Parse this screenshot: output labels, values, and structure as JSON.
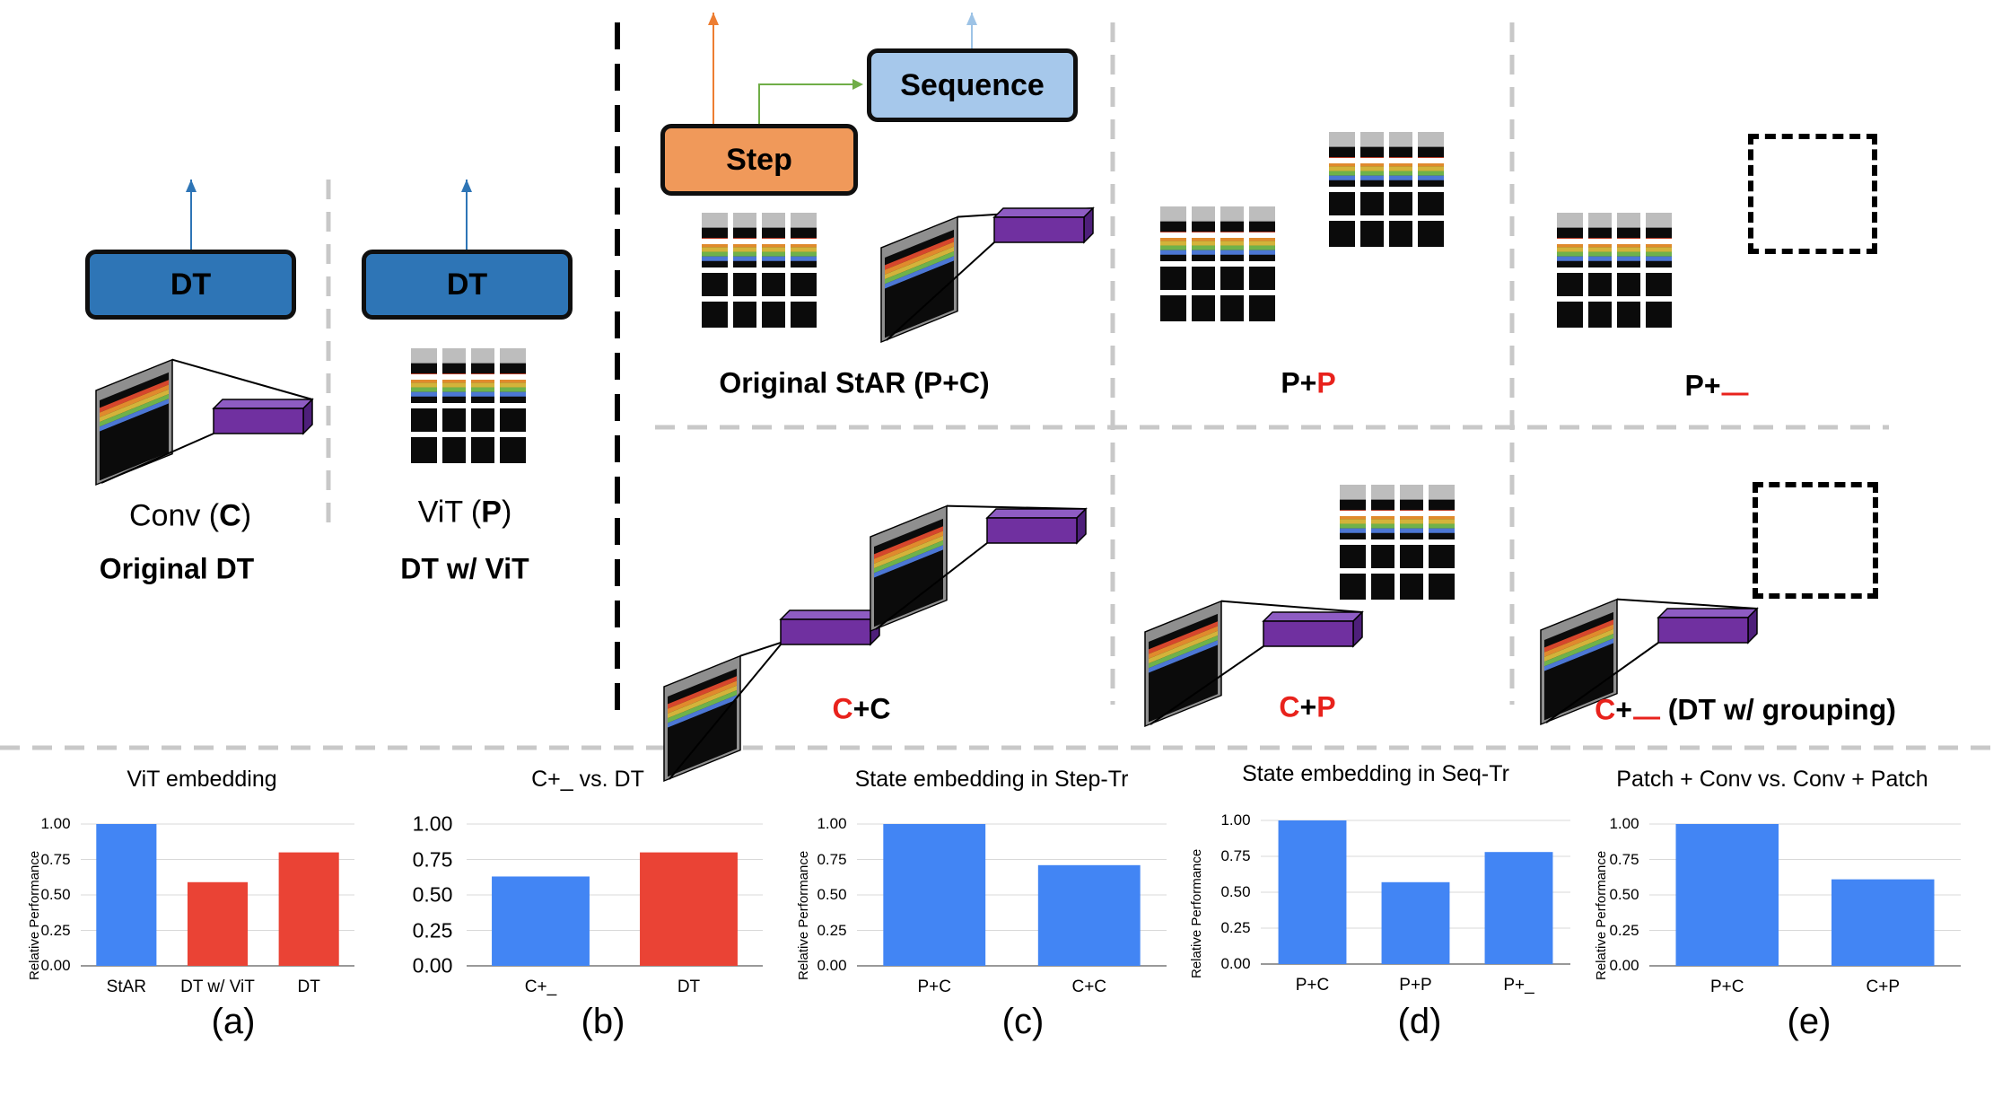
{
  "diagram": {
    "left": {
      "original_dt": {
        "box_label": "DT",
        "encoder_prefix": "Conv (",
        "encoder_bold": "C",
        "encoder_suffix": ")",
        "caption": "Original DT"
      },
      "dt_vit": {
        "box_label": "DT",
        "encoder_prefix": "ViT (",
        "encoder_bold": "P",
        "encoder_suffix": ")",
        "caption": "DT w/ ViT"
      }
    },
    "star": {
      "step_label": "Step",
      "sequence_label": "Sequence",
      "caption": "Original StAR (P+C)"
    },
    "variants": [
      {
        "part1": "P",
        "part1_red": false,
        "plus": "+",
        "part2": "P",
        "part2_red": true,
        "suffix": ""
      },
      {
        "part1": "P",
        "part1_red": false,
        "plus": "+",
        "part2": "",
        "part2_blank": true,
        "suffix": ""
      },
      {
        "part1": "C",
        "part1_red": true,
        "plus": "+",
        "part2": "C",
        "part2_red": false,
        "suffix": ""
      },
      {
        "part1": "C",
        "part1_red": true,
        "plus": "+",
        "part2": "P",
        "part2_red": true,
        "suffix": ""
      },
      {
        "part1": "C",
        "part1_red": true,
        "plus": "+",
        "part2": "",
        "part2_blank": true,
        "suffix": " (DT w/ grouping)"
      }
    ]
  },
  "colors": {
    "dt_box": "#2e75b6",
    "step_box": "#f0995a",
    "sequence_box": "#a6c8eb",
    "embed_bar": "#7030a0",
    "bar_blue": "#4285f4",
    "bar_red": "#ea4335",
    "highlight_red": "#e8221c",
    "arrow_orange": "#ed7d31",
    "arrow_green": "#70ad47",
    "arrow_blue": "#2e75b6"
  },
  "chart_data": [
    {
      "type": "bar",
      "panel": "(a)",
      "title": "ViT embedding",
      "ylabel": "Relative Performance",
      "categories": [
        "StAR",
        "DT w/ ViT",
        "DT"
      ],
      "values": [
        1.0,
        0.59,
        0.8
      ],
      "bar_colors": [
        "#4285f4",
        "#ea4335",
        "#ea4335"
      ],
      "ylim": [
        0,
        1
      ],
      "yticks": [
        "0.00",
        "0.25",
        "0.50",
        "0.75",
        "1.00"
      ],
      "grid": true,
      "legend": "none"
    },
    {
      "type": "bar",
      "panel": "(b)",
      "title": "C+_ vs. DT",
      "ylabel": "",
      "categories": [
        "C+_",
        "DT"
      ],
      "values": [
        0.63,
        0.8
      ],
      "bar_colors": [
        "#4285f4",
        "#ea4335"
      ],
      "ylim": [
        0,
        1
      ],
      "yticks": [
        "0.00",
        "0.25",
        "0.50",
        "0.75",
        "1.00"
      ],
      "grid": true,
      "legend": "none"
    },
    {
      "type": "bar",
      "panel": "(c)",
      "title": "State embedding in Step-Tr",
      "ylabel": "Relative Performance",
      "categories": [
        "P+C",
        "C+C"
      ],
      "values": [
        1.0,
        0.71
      ],
      "bar_colors": [
        "#4285f4",
        "#4285f4"
      ],
      "ylim": [
        0,
        1
      ],
      "yticks": [
        "0.00",
        "0.25",
        "0.50",
        "0.75",
        "1.00"
      ],
      "grid": true,
      "legend": "none"
    },
    {
      "type": "bar",
      "panel": "(d)",
      "title": "State embedding in Seq-Tr",
      "ylabel": "Relative Performance",
      "categories": [
        "P+C",
        "P+P",
        "P+_"
      ],
      "values": [
        1.0,
        0.57,
        0.78
      ],
      "bar_colors": [
        "#4285f4",
        "#4285f4",
        "#4285f4"
      ],
      "ylim": [
        0,
        1
      ],
      "yticks": [
        "0.00",
        "0.25",
        "0.50",
        "0.75",
        "1.00"
      ],
      "grid": true,
      "legend": "none"
    },
    {
      "type": "bar",
      "panel": "(e)",
      "title": "Patch + Conv vs. Conv + Patch",
      "ylabel": "Relative Performance",
      "categories": [
        "P+C",
        "C+P"
      ],
      "values": [
        1.0,
        0.61
      ],
      "bar_colors": [
        "#4285f4",
        "#4285f4"
      ],
      "ylim": [
        0,
        1
      ],
      "yticks": [
        "0.00",
        "0.25",
        "0.50",
        "0.75",
        "1.00"
      ],
      "grid": true,
      "legend": "none"
    }
  ]
}
